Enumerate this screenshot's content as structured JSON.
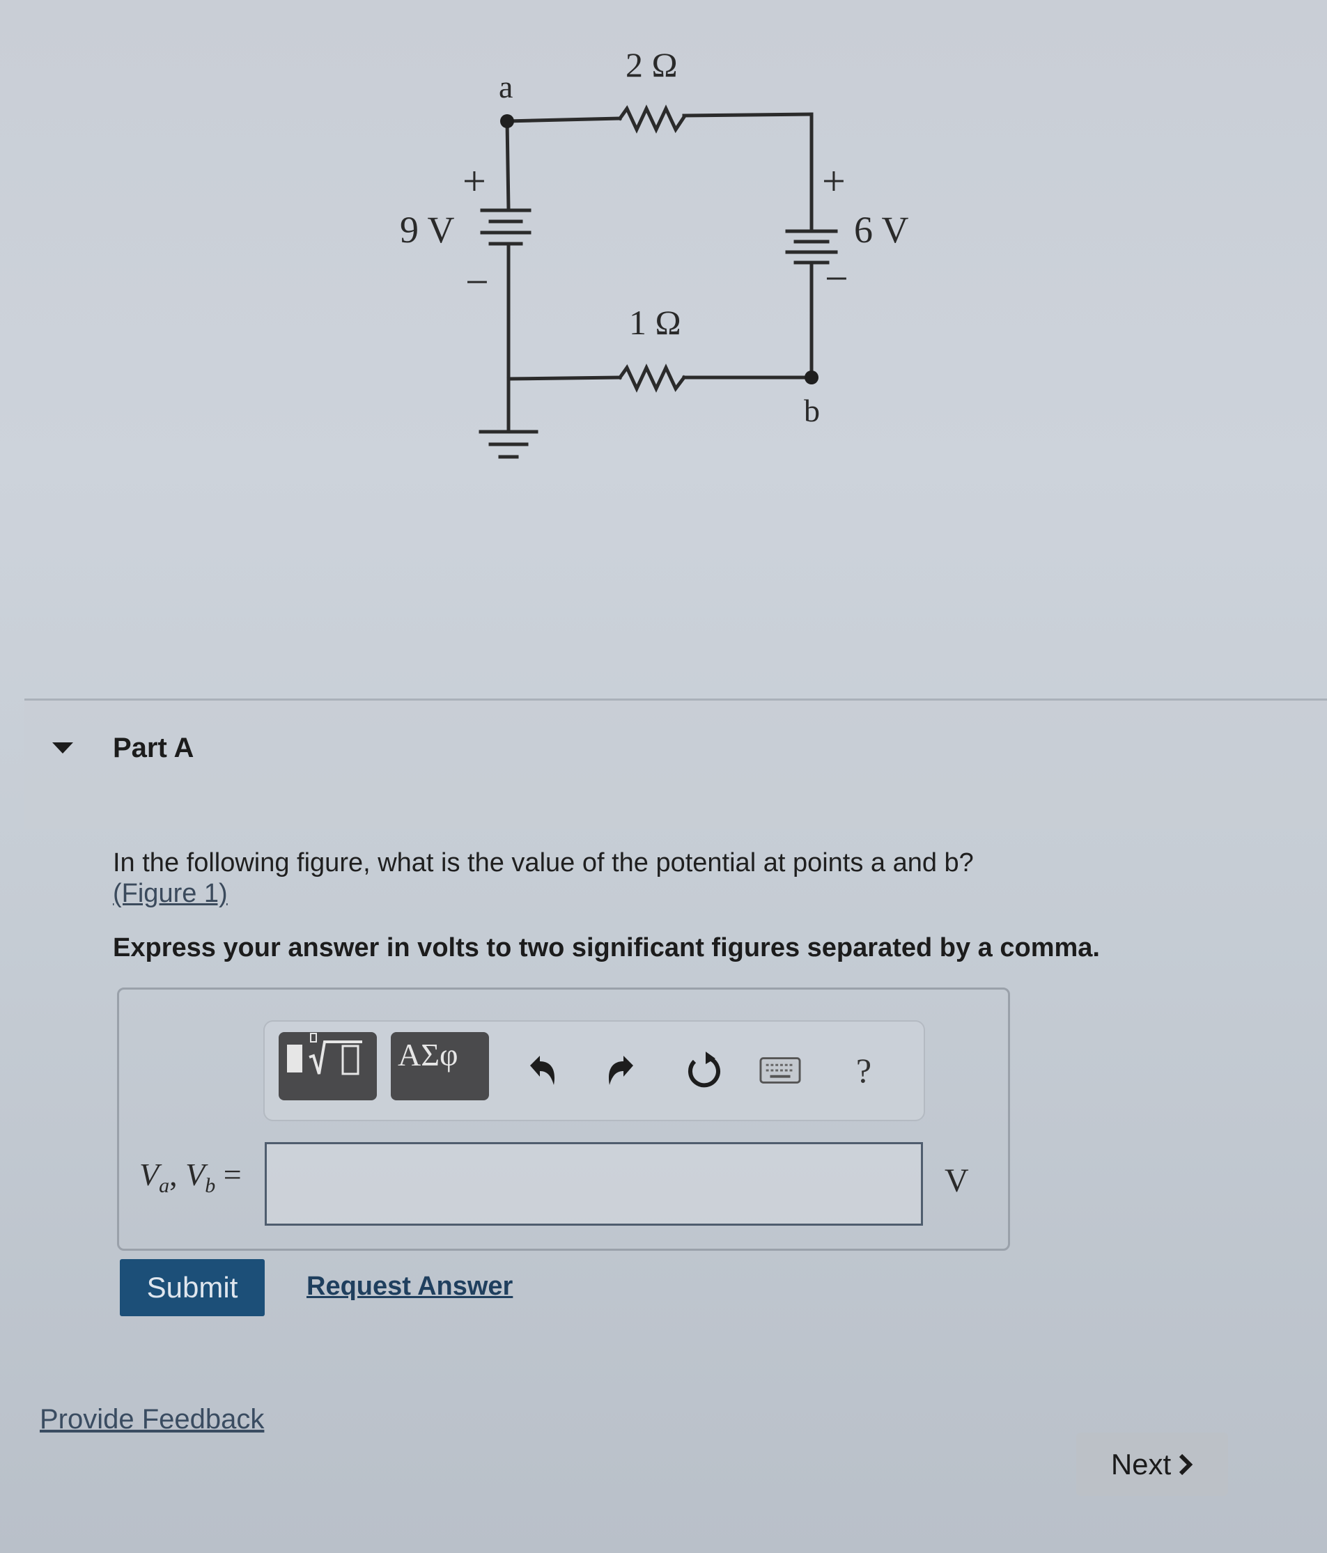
{
  "figure": {
    "label": "Figure 1",
    "nodes": {
      "a": "a",
      "b": "b"
    },
    "resistors": [
      {
        "label": "2 Ω",
        "position": "top"
      },
      {
        "label": "1 Ω",
        "position": "bottom"
      }
    ],
    "batteries": [
      {
        "label": "9 V",
        "position": "left",
        "plus": "+",
        "minus": "−"
      },
      {
        "label": "6 V",
        "position": "right",
        "plus": "+",
        "minus": "−"
      }
    ],
    "ground": "ground-symbol"
  },
  "part": {
    "toggle_icon": "triangle-down-icon",
    "title": "Part A"
  },
  "question": {
    "text": "In the following figure, what is the value of the potential at points a and b?",
    "figure_link": "(Figure 1)",
    "instruction": "Express your answer in volts to two significant figures separated by a comma."
  },
  "toolbar": {
    "templates_icon": "templates-sqrt-icon",
    "greek_label": "ΑΣφ",
    "undo_icon": "undo-icon",
    "redo_icon": "redo-icon",
    "reset_icon": "reset-icon",
    "keyboard_icon": "keyboard-icon",
    "help_label": "?"
  },
  "answer": {
    "label_v": "V",
    "label_sub_a": "a",
    "label_sep": ", ",
    "label_sub_b": "b",
    "label_eq": " =",
    "value": "",
    "placeholder": "",
    "unit": "V"
  },
  "actions": {
    "submit": "Submit",
    "request_answer": "Request Answer",
    "provide_feedback": "Provide Feedback",
    "next": "Next",
    "next_icon": "chevron-right-icon"
  },
  "colors": {
    "submit_bg": "#1c4f78",
    "link": "#1f3f5e",
    "toolbar_button": "#4a4a4c",
    "next_bg": "#bcc1c7"
  }
}
